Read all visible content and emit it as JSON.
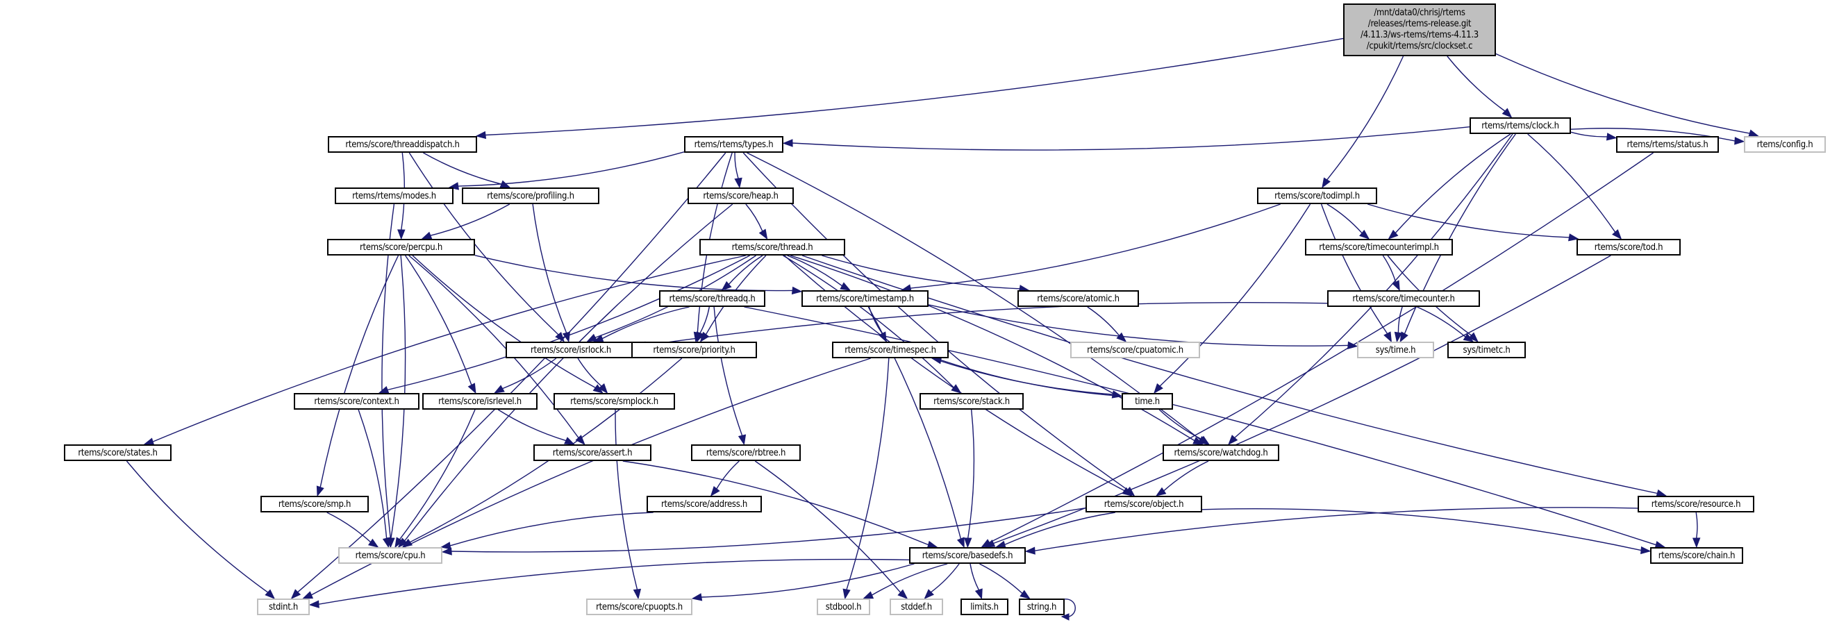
{
  "title": "Include dependency graph for clockset.c",
  "colors": {
    "edge": "#191970",
    "root_fill": "#bfbfbf",
    "internal_border": "#000000",
    "external_border": "#bfbfbf"
  },
  "nodes": [
    {
      "id": "root",
      "label": "/mnt/data0/chrisj/rtems\n/releases/rtems-release.git\n/4.11.3/ws-rtems/rtems-4.11.3\n/cpukit/rtems/src/clockset.c",
      "kind": "root"
    },
    {
      "id": "clock",
      "label": "rtems/rtems/clock.h",
      "kind": "internal"
    },
    {
      "id": "threaddispatch",
      "label": "rtems/score/threaddispatch.h",
      "kind": "internal"
    },
    {
      "id": "types",
      "label": "rtems/rtems/types.h",
      "kind": "internal"
    },
    {
      "id": "status",
      "label": "rtems/rtems/status.h",
      "kind": "internal"
    },
    {
      "id": "config",
      "label": "rtems/config.h",
      "kind": "external"
    },
    {
      "id": "modes",
      "label": "rtems/rtems/modes.h",
      "kind": "internal"
    },
    {
      "id": "profiling",
      "label": "rtems/score/profiling.h",
      "kind": "internal"
    },
    {
      "id": "heap",
      "label": "rtems/score/heap.h",
      "kind": "internal"
    },
    {
      "id": "todimpl",
      "label": "rtems/score/todimpl.h",
      "kind": "internal"
    },
    {
      "id": "percpu",
      "label": "rtems/score/percpu.h",
      "kind": "internal"
    },
    {
      "id": "thread",
      "label": "rtems/score/thread.h",
      "kind": "internal"
    },
    {
      "id": "timecounterimpl",
      "label": "rtems/score/timecounterimpl.h",
      "kind": "internal"
    },
    {
      "id": "tod",
      "label": "rtems/score/tod.h",
      "kind": "internal"
    },
    {
      "id": "threadq",
      "label": "rtems/score/threadq.h",
      "kind": "internal"
    },
    {
      "id": "timestamp",
      "label": "rtems/score/timestamp.h",
      "kind": "internal"
    },
    {
      "id": "atomic",
      "label": "rtems/score/atomic.h",
      "kind": "internal"
    },
    {
      "id": "timecounter",
      "label": "rtems/score/timecounter.h",
      "kind": "internal"
    },
    {
      "id": "isrlock",
      "label": "rtems/score/isrlock.h",
      "kind": "internal"
    },
    {
      "id": "priority",
      "label": "rtems/score/priority.h",
      "kind": "internal"
    },
    {
      "id": "timespec",
      "label": "rtems/score/timespec.h",
      "kind": "internal"
    },
    {
      "id": "cpuatomic",
      "label": "rtems/score/cpuatomic.h",
      "kind": "external"
    },
    {
      "id": "systime",
      "label": "sys/time.h",
      "kind": "external"
    },
    {
      "id": "systimetc",
      "label": "sys/timetc.h",
      "kind": "internal"
    },
    {
      "id": "context",
      "label": "rtems/score/context.h",
      "kind": "internal"
    },
    {
      "id": "isrlevel",
      "label": "rtems/score/isrlevel.h",
      "kind": "internal"
    },
    {
      "id": "smplock",
      "label": "rtems/score/smplock.h",
      "kind": "internal"
    },
    {
      "id": "stack",
      "label": "rtems/score/stack.h",
      "kind": "internal"
    },
    {
      "id": "timeh",
      "label": "time.h",
      "kind": "internal"
    },
    {
      "id": "states",
      "label": "rtems/score/states.h",
      "kind": "internal"
    },
    {
      "id": "assert",
      "label": "rtems/score/assert.h",
      "kind": "internal"
    },
    {
      "id": "rbtree",
      "label": "rtems/score/rbtree.h",
      "kind": "internal"
    },
    {
      "id": "watchdog",
      "label": "rtems/score/watchdog.h",
      "kind": "internal"
    },
    {
      "id": "smp",
      "label": "rtems/score/smp.h",
      "kind": "internal"
    },
    {
      "id": "address",
      "label": "rtems/score/address.h",
      "kind": "internal"
    },
    {
      "id": "object",
      "label": "rtems/score/object.h",
      "kind": "internal"
    },
    {
      "id": "resource",
      "label": "rtems/score/resource.h",
      "kind": "internal"
    },
    {
      "id": "cpu",
      "label": "rtems/score/cpu.h",
      "kind": "external"
    },
    {
      "id": "basedefs",
      "label": "rtems/score/basedefs.h",
      "kind": "internal"
    },
    {
      "id": "chain",
      "label": "rtems/score/chain.h",
      "kind": "internal"
    },
    {
      "id": "stdint",
      "label": "stdint.h",
      "kind": "external"
    },
    {
      "id": "cpuopts",
      "label": "rtems/score/cpuopts.h",
      "kind": "external"
    },
    {
      "id": "stdbool",
      "label": "stdbool.h",
      "kind": "external"
    },
    {
      "id": "stddef",
      "label": "stddef.h",
      "kind": "external"
    },
    {
      "id": "limits",
      "label": "limits.h",
      "kind": "internal"
    },
    {
      "id": "string",
      "label": "string.h",
      "kind": "internal"
    }
  ],
  "edges": [
    [
      "root",
      "threaddispatch"
    ],
    [
      "root",
      "clock"
    ],
    [
      "root",
      "todimpl"
    ],
    [
      "root",
      "config"
    ],
    [
      "clock",
      "types"
    ],
    [
      "clock",
      "status"
    ],
    [
      "clock",
      "config"
    ],
    [
      "clock",
      "timecounterimpl"
    ],
    [
      "clock",
      "tod"
    ],
    [
      "clock",
      "systime"
    ],
    [
      "clock",
      "watchdog"
    ],
    [
      "threaddispatch",
      "profiling"
    ],
    [
      "threaddispatch",
      "percpu"
    ],
    [
      "threaddispatch",
      "isrlock"
    ],
    [
      "types",
      "modes"
    ],
    [
      "types",
      "heap"
    ],
    [
      "types",
      "stdint"
    ],
    [
      "types",
      "priority"
    ],
    [
      "types",
      "watchdog"
    ],
    [
      "types",
      "object"
    ],
    [
      "status",
      "basedefs"
    ],
    [
      "modes",
      "cpu"
    ],
    [
      "profiling",
      "percpu"
    ],
    [
      "profiling",
      "isrlock"
    ],
    [
      "heap",
      "thread"
    ],
    [
      "heap",
      "cpu"
    ],
    [
      "todimpl",
      "timecounterimpl"
    ],
    [
      "todimpl",
      "tod"
    ],
    [
      "todimpl",
      "timestamp"
    ],
    [
      "todimpl",
      "systime"
    ],
    [
      "todimpl",
      "timeh"
    ],
    [
      "percpu",
      "timestamp"
    ],
    [
      "percpu",
      "cpu"
    ],
    [
      "percpu",
      "smp"
    ],
    [
      "percpu",
      "isrlevel"
    ],
    [
      "percpu",
      "smplock"
    ],
    [
      "percpu",
      "assert"
    ],
    [
      "thread",
      "threadq"
    ],
    [
      "thread",
      "timestamp"
    ],
    [
      "thread",
      "atomic"
    ],
    [
      "thread",
      "isrlock"
    ],
    [
      "thread",
      "priority"
    ],
    [
      "thread",
      "context"
    ],
    [
      "thread",
      "states"
    ],
    [
      "thread",
      "stack"
    ],
    [
      "thread",
      "object"
    ],
    [
      "thread",
      "watchdog"
    ],
    [
      "thread",
      "resource"
    ],
    [
      "timecounterimpl",
      "timecounter"
    ],
    [
      "timecounterimpl",
      "systimetc"
    ],
    [
      "tod",
      "basedefs"
    ],
    [
      "threadq",
      "isrlock"
    ],
    [
      "threadq",
      "priority"
    ],
    [
      "threadq",
      "rbtree"
    ],
    [
      "threadq",
      "chain"
    ],
    [
      "timestamp",
      "timespec"
    ],
    [
      "timestamp",
      "basedefs"
    ],
    [
      "timestamp",
      "systime"
    ],
    [
      "atomic",
      "cpuatomic"
    ],
    [
      "timecounter",
      "systime"
    ],
    [
      "timecounter",
      "systimetc"
    ],
    [
      "timecounter",
      "isrlock"
    ],
    [
      "isrlock",
      "isrlevel"
    ],
    [
      "isrlock",
      "smplock"
    ],
    [
      "priority",
      "cpu"
    ],
    [
      "timespec",
      "timeh"
    ],
    [
      "timespec",
      "stdbool"
    ],
    [
      "timespec",
      "stdint"
    ],
    [
      "timeh",
      "timespec"
    ],
    [
      "timeh",
      "watchdog"
    ],
    [
      "context",
      "cpu"
    ],
    [
      "isrlevel",
      "assert"
    ],
    [
      "isrlevel",
      "cpu"
    ],
    [
      "smplock",
      "cpuopts"
    ],
    [
      "stack",
      "basedefs"
    ],
    [
      "states",
      "stdint"
    ],
    [
      "assert",
      "basedefs"
    ],
    [
      "rbtree",
      "address"
    ],
    [
      "rbtree",
      "stddef"
    ],
    [
      "watchdog",
      "object"
    ],
    [
      "smp",
      "cpu"
    ],
    [
      "address",
      "cpu"
    ],
    [
      "object",
      "cpu"
    ],
    [
      "object",
      "basedefs"
    ],
    [
      "object",
      "chain"
    ],
    [
      "resource",
      "basedefs"
    ],
    [
      "resource",
      "chain"
    ],
    [
      "basedefs",
      "stdint"
    ],
    [
      "basedefs",
      "cpuopts"
    ],
    [
      "basedefs",
      "stdbool"
    ],
    [
      "basedefs",
      "stddef"
    ],
    [
      "basedefs",
      "limits"
    ],
    [
      "basedefs",
      "string"
    ],
    [
      "string",
      "string"
    ]
  ]
}
